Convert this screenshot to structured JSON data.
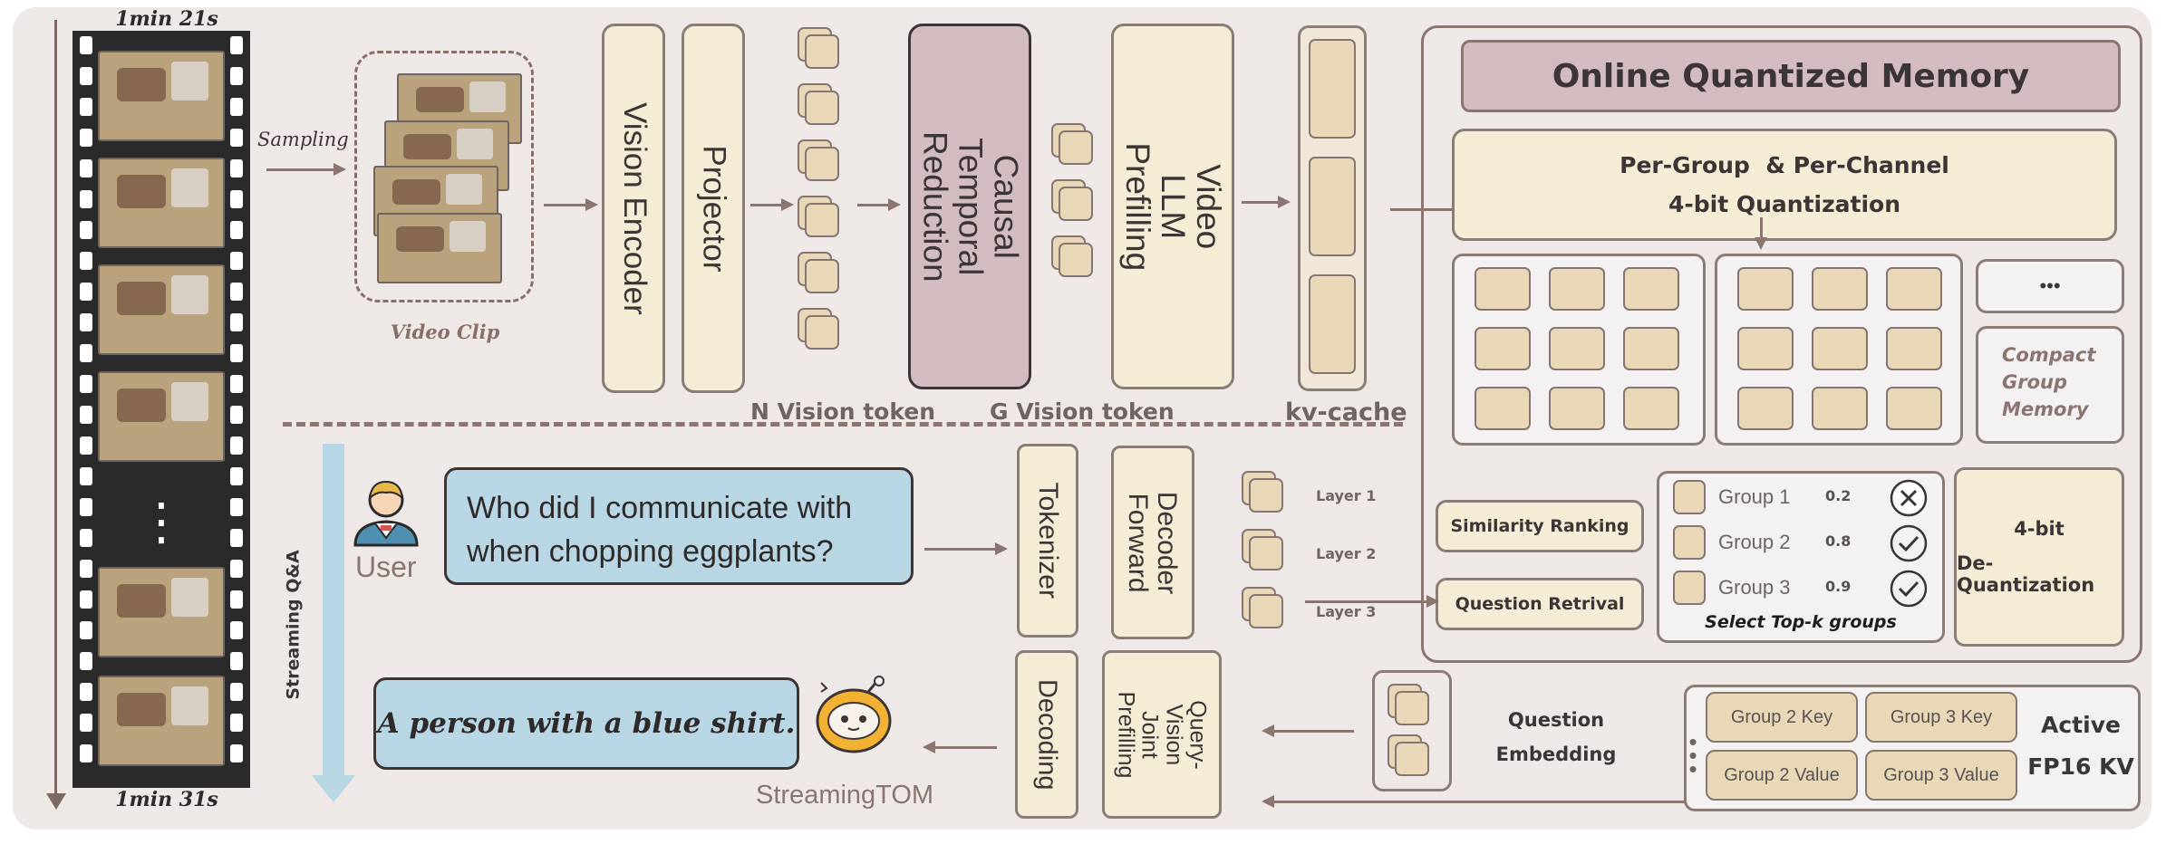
{
  "film": {
    "start_time": "1min 21s",
    "end_time": "1min 31s",
    "ellipsis": "⋮"
  },
  "sampling_label": "Sampling",
  "video_clip_label": "Video Clip",
  "pipeline": {
    "vision_encoder": "Vision Encoder",
    "projector": "Projector",
    "causal_temporal_reduction": "Causal Temporal Reduction",
    "video_llm_prefilling": "Video LLM Prefilling",
    "n_vision_token": "N Vision token",
    "g_vision_token": "G Vision token",
    "kv_cache": "kv-cache"
  },
  "memory": {
    "title": "Online Quantized Memory",
    "quant_line1": "Per-Group  & Per-Channel",
    "quant_line2": "4-bit Quantization",
    "more": "•••",
    "compact_line1": "Compact",
    "compact_line2": "Group",
    "compact_line3": "Memory",
    "similarity_ranking": "Similarity Ranking",
    "question_retrival": "Question Retrival",
    "groups": [
      {
        "name": "Group 1",
        "score": "0.2",
        "status": "rejected"
      },
      {
        "name": "Group 2",
        "score": "0.8",
        "status": "selected"
      },
      {
        "name": "Group 3",
        "score": "0.9",
        "status": "selected"
      }
    ],
    "select_topk": "Select Top-k groups",
    "dequant_line1": "4-bit",
    "dequant_line2": "De-Quantization"
  },
  "qa": {
    "streaming_qa": "Streaming Q&A",
    "user_label": "User",
    "question": "Who did I communicate with when chopping eggplants?",
    "tokenizer": "Tokenizer",
    "decoder_forward": "Decoder Forward",
    "layers": [
      "Layer 1",
      "Layer 2",
      "Layer 3"
    ],
    "answer": "A person with a blue shirt.",
    "model_name": "StreamingTOM",
    "decoding": "Decoding",
    "query_vision_joint_prefilling": "Query-Vision Joint Prefilling",
    "question_embedding_line1": "Question",
    "question_embedding_line2": "Embedding",
    "active_kv_line1": "Active",
    "active_kv_line2": "FP16 KV",
    "kv_cells": [
      "Group 2 Key",
      "Group 3 Key",
      "Group 2 Value",
      "Group 3 Value"
    ]
  },
  "colors": {
    "cream": "#f4ecd5",
    "mauve": "#d2bcbf",
    "blue_bubble": "#b8d6e4",
    "tile": "#e8d8b8",
    "arrow": "#8a7570"
  }
}
